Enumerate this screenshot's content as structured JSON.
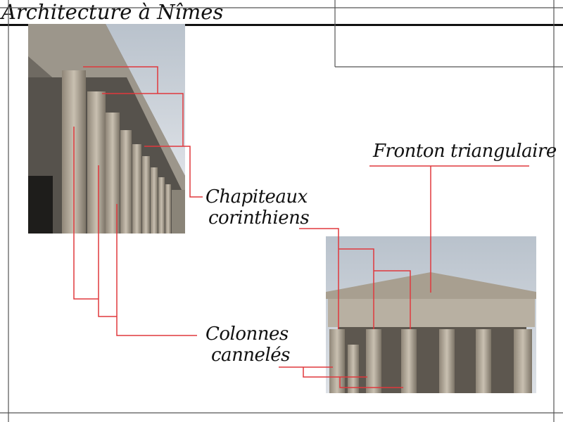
{
  "title": "Architecture à Nîmes",
  "labels": {
    "capitals_line1": "Chapiteaux",
    "capitals_line2": "corinthiens",
    "columns_line1": "Colonnes",
    "columns_line2": "cannelés",
    "pediment": "Fronton triangulaire"
  },
  "colors": {
    "leader": "#e0383d",
    "frame": "#555555",
    "text": "#111111"
  }
}
